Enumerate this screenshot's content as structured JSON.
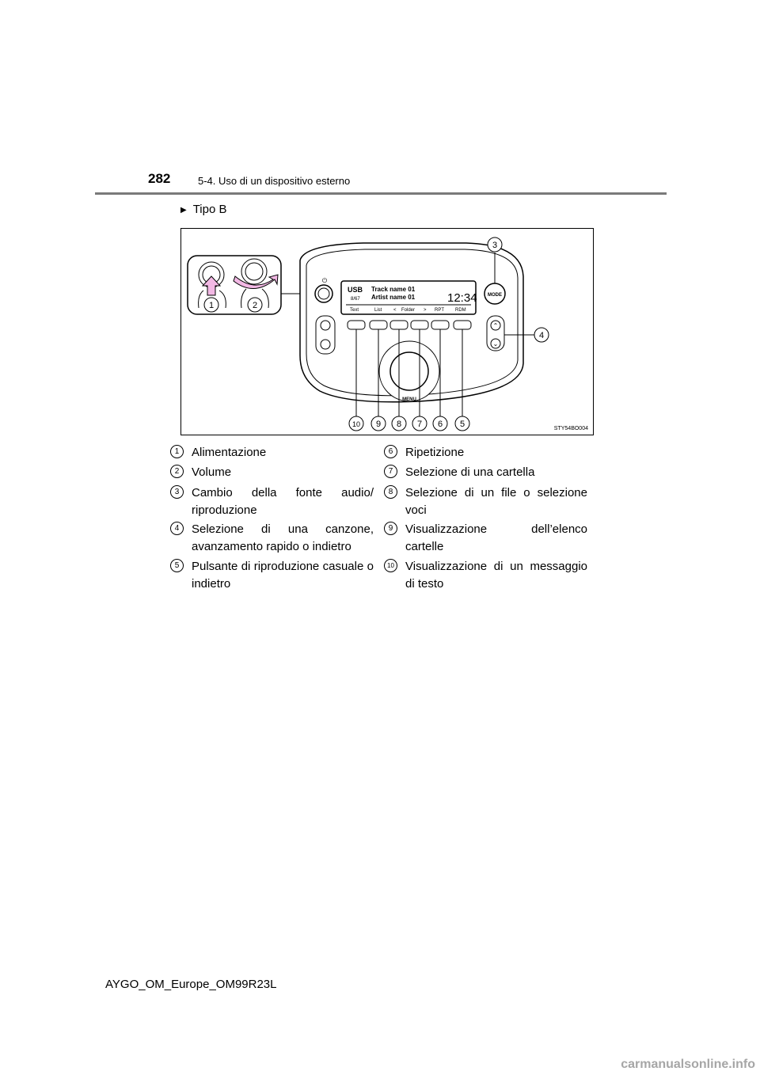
{
  "header": {
    "page_number": "282",
    "section_title": "5-4. Uso di un dispositivo esterno"
  },
  "type_label": "Tipo B",
  "figure": {
    "display_source": "USB",
    "display_track": "Track name 01",
    "display_artist": "Artist name 01",
    "display_counter": "8/67",
    "display_clock": "12:34",
    "soft_keys": [
      "Text",
      "List",
      "<",
      "Folder",
      ">",
      "RPT",
      "RDM"
    ],
    "mode_label": "MODE",
    "menu_label": "MENU",
    "figure_code": "STY54BO004",
    "callouts": [
      "1",
      "2",
      "3",
      "4",
      "5",
      "6",
      "7",
      "8",
      "9",
      "10"
    ]
  },
  "legend": [
    {
      "num": "1",
      "text": "Alimentazione"
    },
    {
      "num": "2",
      "text": "Volume"
    },
    {
      "num": "3",
      "text": "Cambio della fonte audio/ riproduzione"
    },
    {
      "num": "4",
      "text": "Selezione di una canzone, avanzamento rapido o indietro"
    },
    {
      "num": "5",
      "text": "Pulsante di riproduzione casuale o indietro"
    },
    {
      "num": "6",
      "text": "Ripetizione"
    },
    {
      "num": "7",
      "text": "Selezione di una cartella"
    },
    {
      "num": "8",
      "text": "Selezione di un file o selezione voci"
    },
    {
      "num": "9",
      "text": "Visualizzazione dell’elenco cartelle"
    },
    {
      "num": "10",
      "text": "Visualizzazione di un messaggio di testo"
    }
  ],
  "footer": "AYGO_OM_Europe_OM99R23L",
  "watermark": "carmanualsonline.info",
  "colors": {
    "accent_pink": "#f2b8e4",
    "rule": "#7a7a7a",
    "watermark": "#a6a6a6"
  }
}
